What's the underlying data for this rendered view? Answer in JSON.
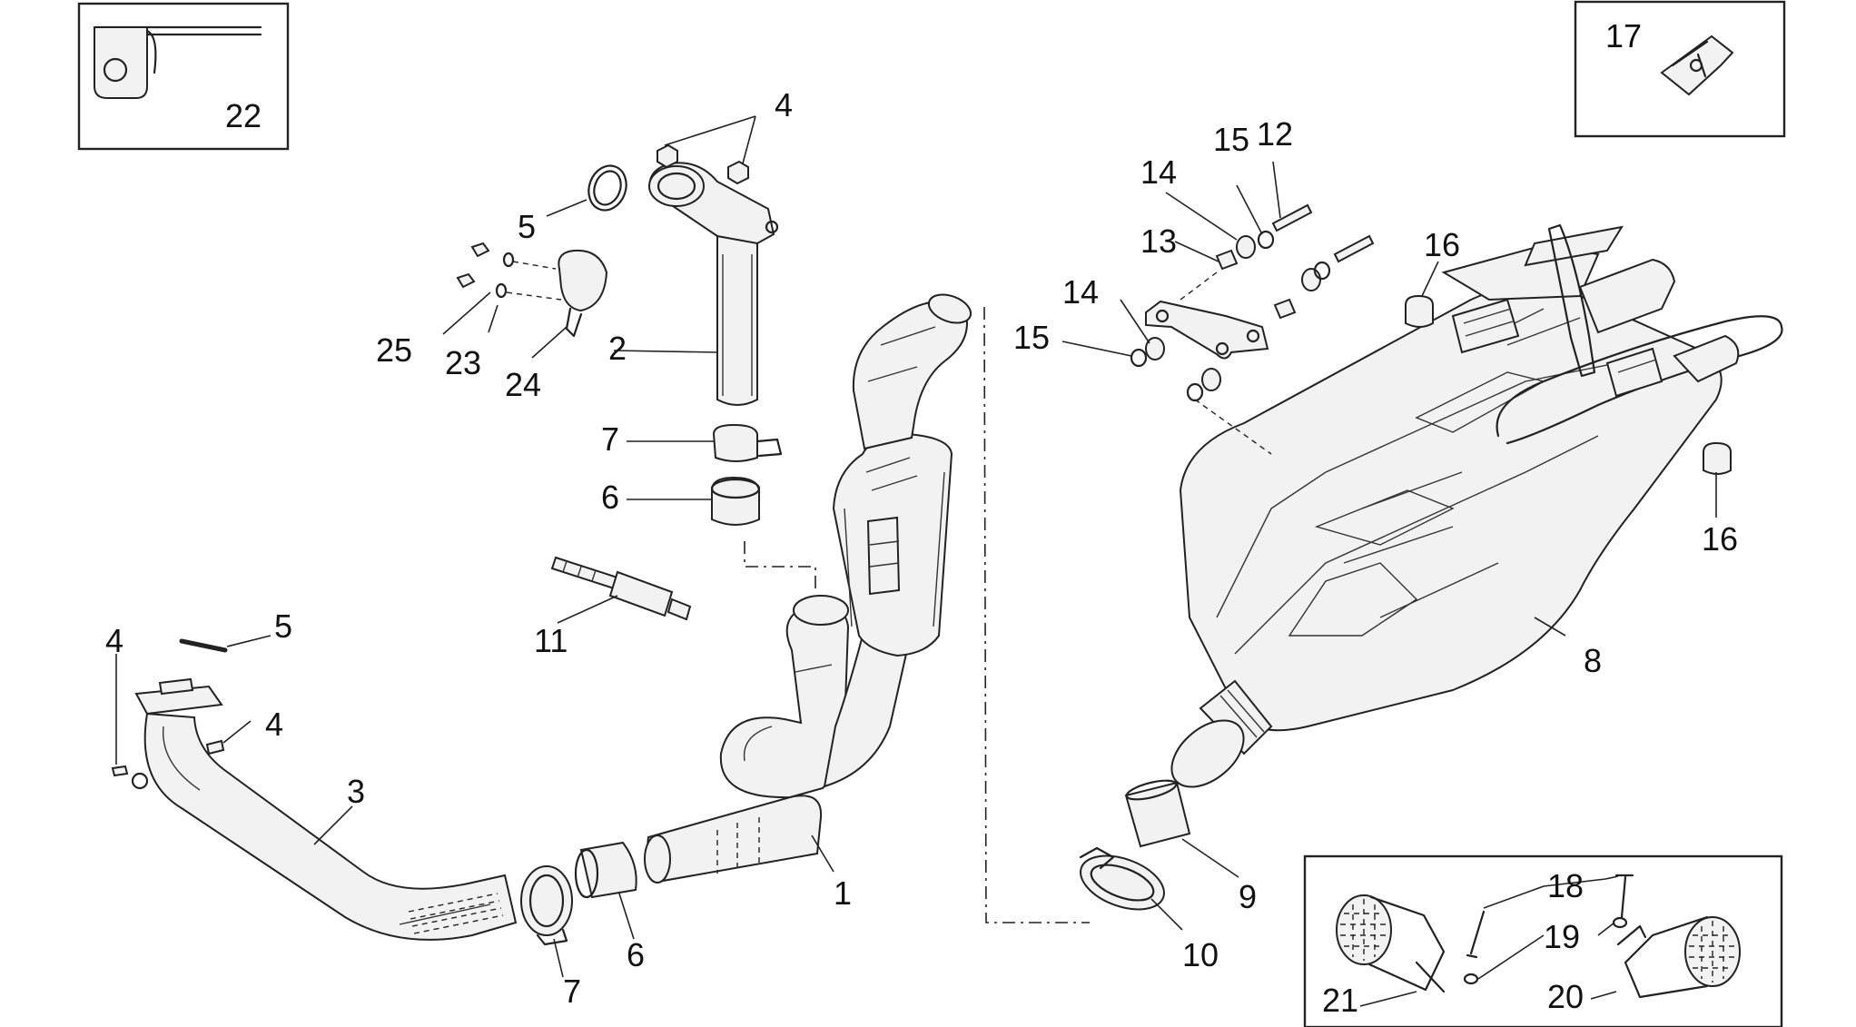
{
  "callouts": {
    "c1": "1",
    "c2": "2",
    "c3": "3",
    "c4a": "4",
    "c4b": "4",
    "c4c": "4",
    "c5a": "5",
    "c5b": "5",
    "c6a": "6",
    "c6b": "6",
    "c7a": "7",
    "c7b": "7",
    "c8": "8",
    "c9": "9",
    "c10": "10",
    "c11": "11",
    "c12": "12",
    "c13": "13",
    "c14a": "14",
    "c14b": "14",
    "c15a": "15",
    "c15b": "15",
    "c16a": "16",
    "c16b": "16",
    "c17": "17",
    "c18": "18",
    "c19": "19",
    "c20": "20",
    "c21": "21",
    "c22": "22",
    "c23": "23",
    "c24": "24",
    "c25": "25"
  },
  "colors": {
    "line": "#222222",
    "fill": "#f2f2f2",
    "background": "#ffffff"
  }
}
